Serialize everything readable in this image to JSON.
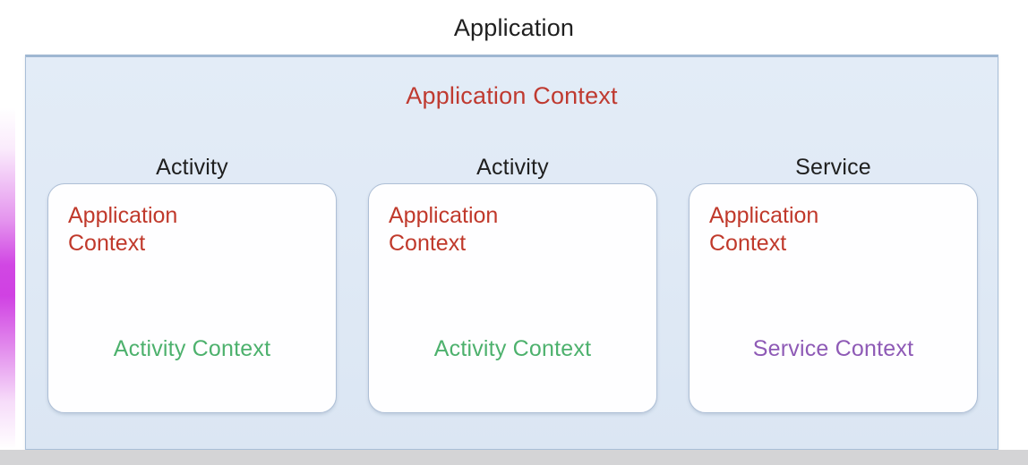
{
  "diagram": {
    "title": "Application",
    "panel": {
      "title": "Application Context",
      "title_color": "#c0392b",
      "background_color": "#dfe9f5",
      "border_color": "#a9bfd8"
    },
    "cards": [
      {
        "header": "Activity",
        "app_context_label": "Application\nContext",
        "app_context_color": "#c0392b",
        "local_context_label": "Activity Context",
        "local_context_color": "#4db16d",
        "local_context_variant": "green"
      },
      {
        "header": "Activity",
        "app_context_label": "Application\nContext",
        "app_context_color": "#c0392b",
        "local_context_label": "Activity Context",
        "local_context_color": "#4db16d",
        "local_context_variant": "green"
      },
      {
        "header": "Service",
        "app_context_label": "Application\nContext",
        "app_context_color": "#c0392b",
        "local_context_label": "Service Context",
        "local_context_color": "#8e5ab6",
        "local_context_variant": "purple"
      }
    ],
    "decorations": {
      "left_edge_strip_color": "#cd37e1",
      "bottom_bar_color": "#d4d4d6"
    }
  }
}
